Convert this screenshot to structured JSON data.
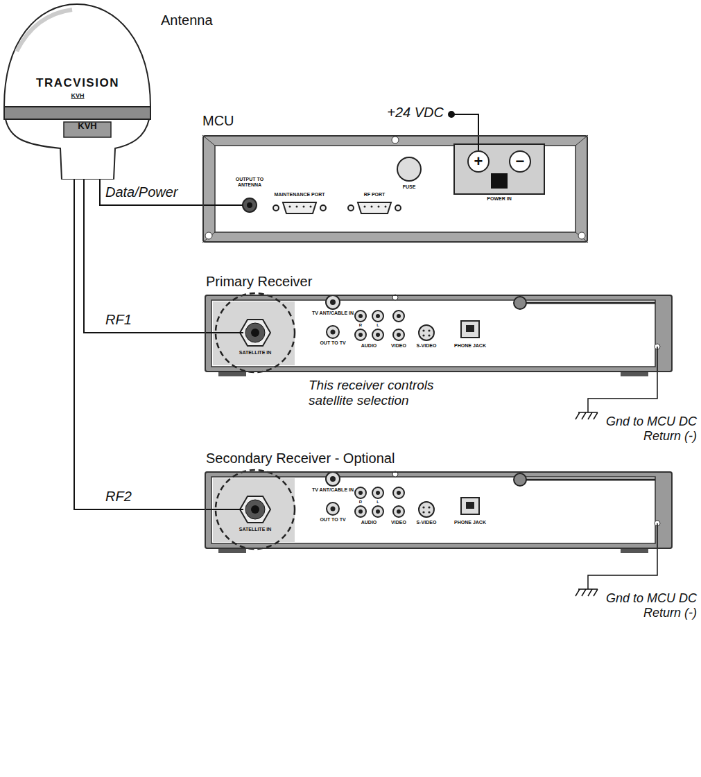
{
  "diagram": {
    "nodes": [
      {
        "text": [
          "Antenna"
        ]
      },
      {
        "text": [
          "MCU"
        ]
      },
      {
        "text": [
          "Primary Receiver"
        ]
      },
      {
        "text": [
          "Secondary Receiver - Optional"
        ]
      }
    ],
    "edges": [
      {
        "from": 0,
        "to": 1,
        "label": "Data/Power",
        "arrow": "none"
      },
      {
        "from": 0,
        "to": 2,
        "label": "RF1",
        "arrow": "none"
      },
      {
        "from": 0,
        "to": 3,
        "label": "RF2",
        "arrow": "none"
      }
    ],
    "labels": [
      "TRACVISION",
      "KVH",
      "KVH",
      "+24 VDC",
      "OUTPUT TO ANTENNA",
      "MAINTENANCE PORT",
      "RF PORT",
      "FUSE",
      "+",
      "−",
      "POWER IN",
      "TV ANT/CABLE IN",
      "OUT TO TV",
      "R",
      "L",
      "AUDIO",
      "VIDEO",
      "S-VIDEO",
      "PHONE JACK",
      "SATELLITE IN",
      "This receiver controls satellite selection",
      "Gnd to MCU DC Return (-)",
      "TV ANT/CABLE IN",
      "OUT TO TV",
      "R",
      "L",
      "AUDIO",
      "VIDEO",
      "S-VIDEO",
      "PHONE JACK",
      "SATELLITE IN",
      "Gnd to MCU DC Return (-)"
    ]
  }
}
